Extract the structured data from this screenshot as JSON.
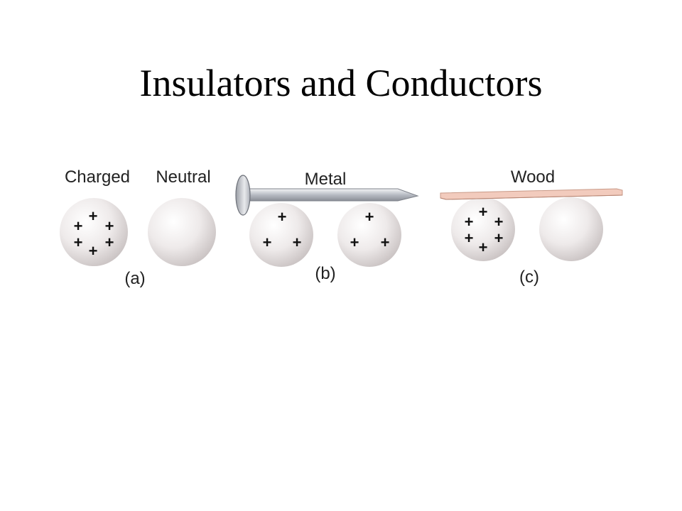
{
  "slide": {
    "title": "Insulators and Conductors"
  },
  "panels": {
    "a": {
      "caption": "(a)",
      "left_label": "Charged",
      "right_label": "Neutral",
      "left_charges": [
        "+",
        "+",
        "+",
        "+",
        "+",
        "+"
      ]
    },
    "b": {
      "caption": "(b)",
      "connector_label": "Metal",
      "left_charges": [
        "+",
        "+",
        "+"
      ],
      "right_charges": [
        "+",
        "+",
        "+"
      ]
    },
    "c": {
      "caption": "(c)",
      "connector_label": "Wood",
      "left_charges": [
        "+",
        "+",
        "+",
        "+",
        "+",
        "+"
      ]
    }
  },
  "colors": {
    "sphere_fill": "#eeeaea",
    "sphere_shade": "#c9c2c2",
    "wood": "#f2cbbd",
    "wood_edge": "#c99a88",
    "metal": "#b8bcc4"
  }
}
